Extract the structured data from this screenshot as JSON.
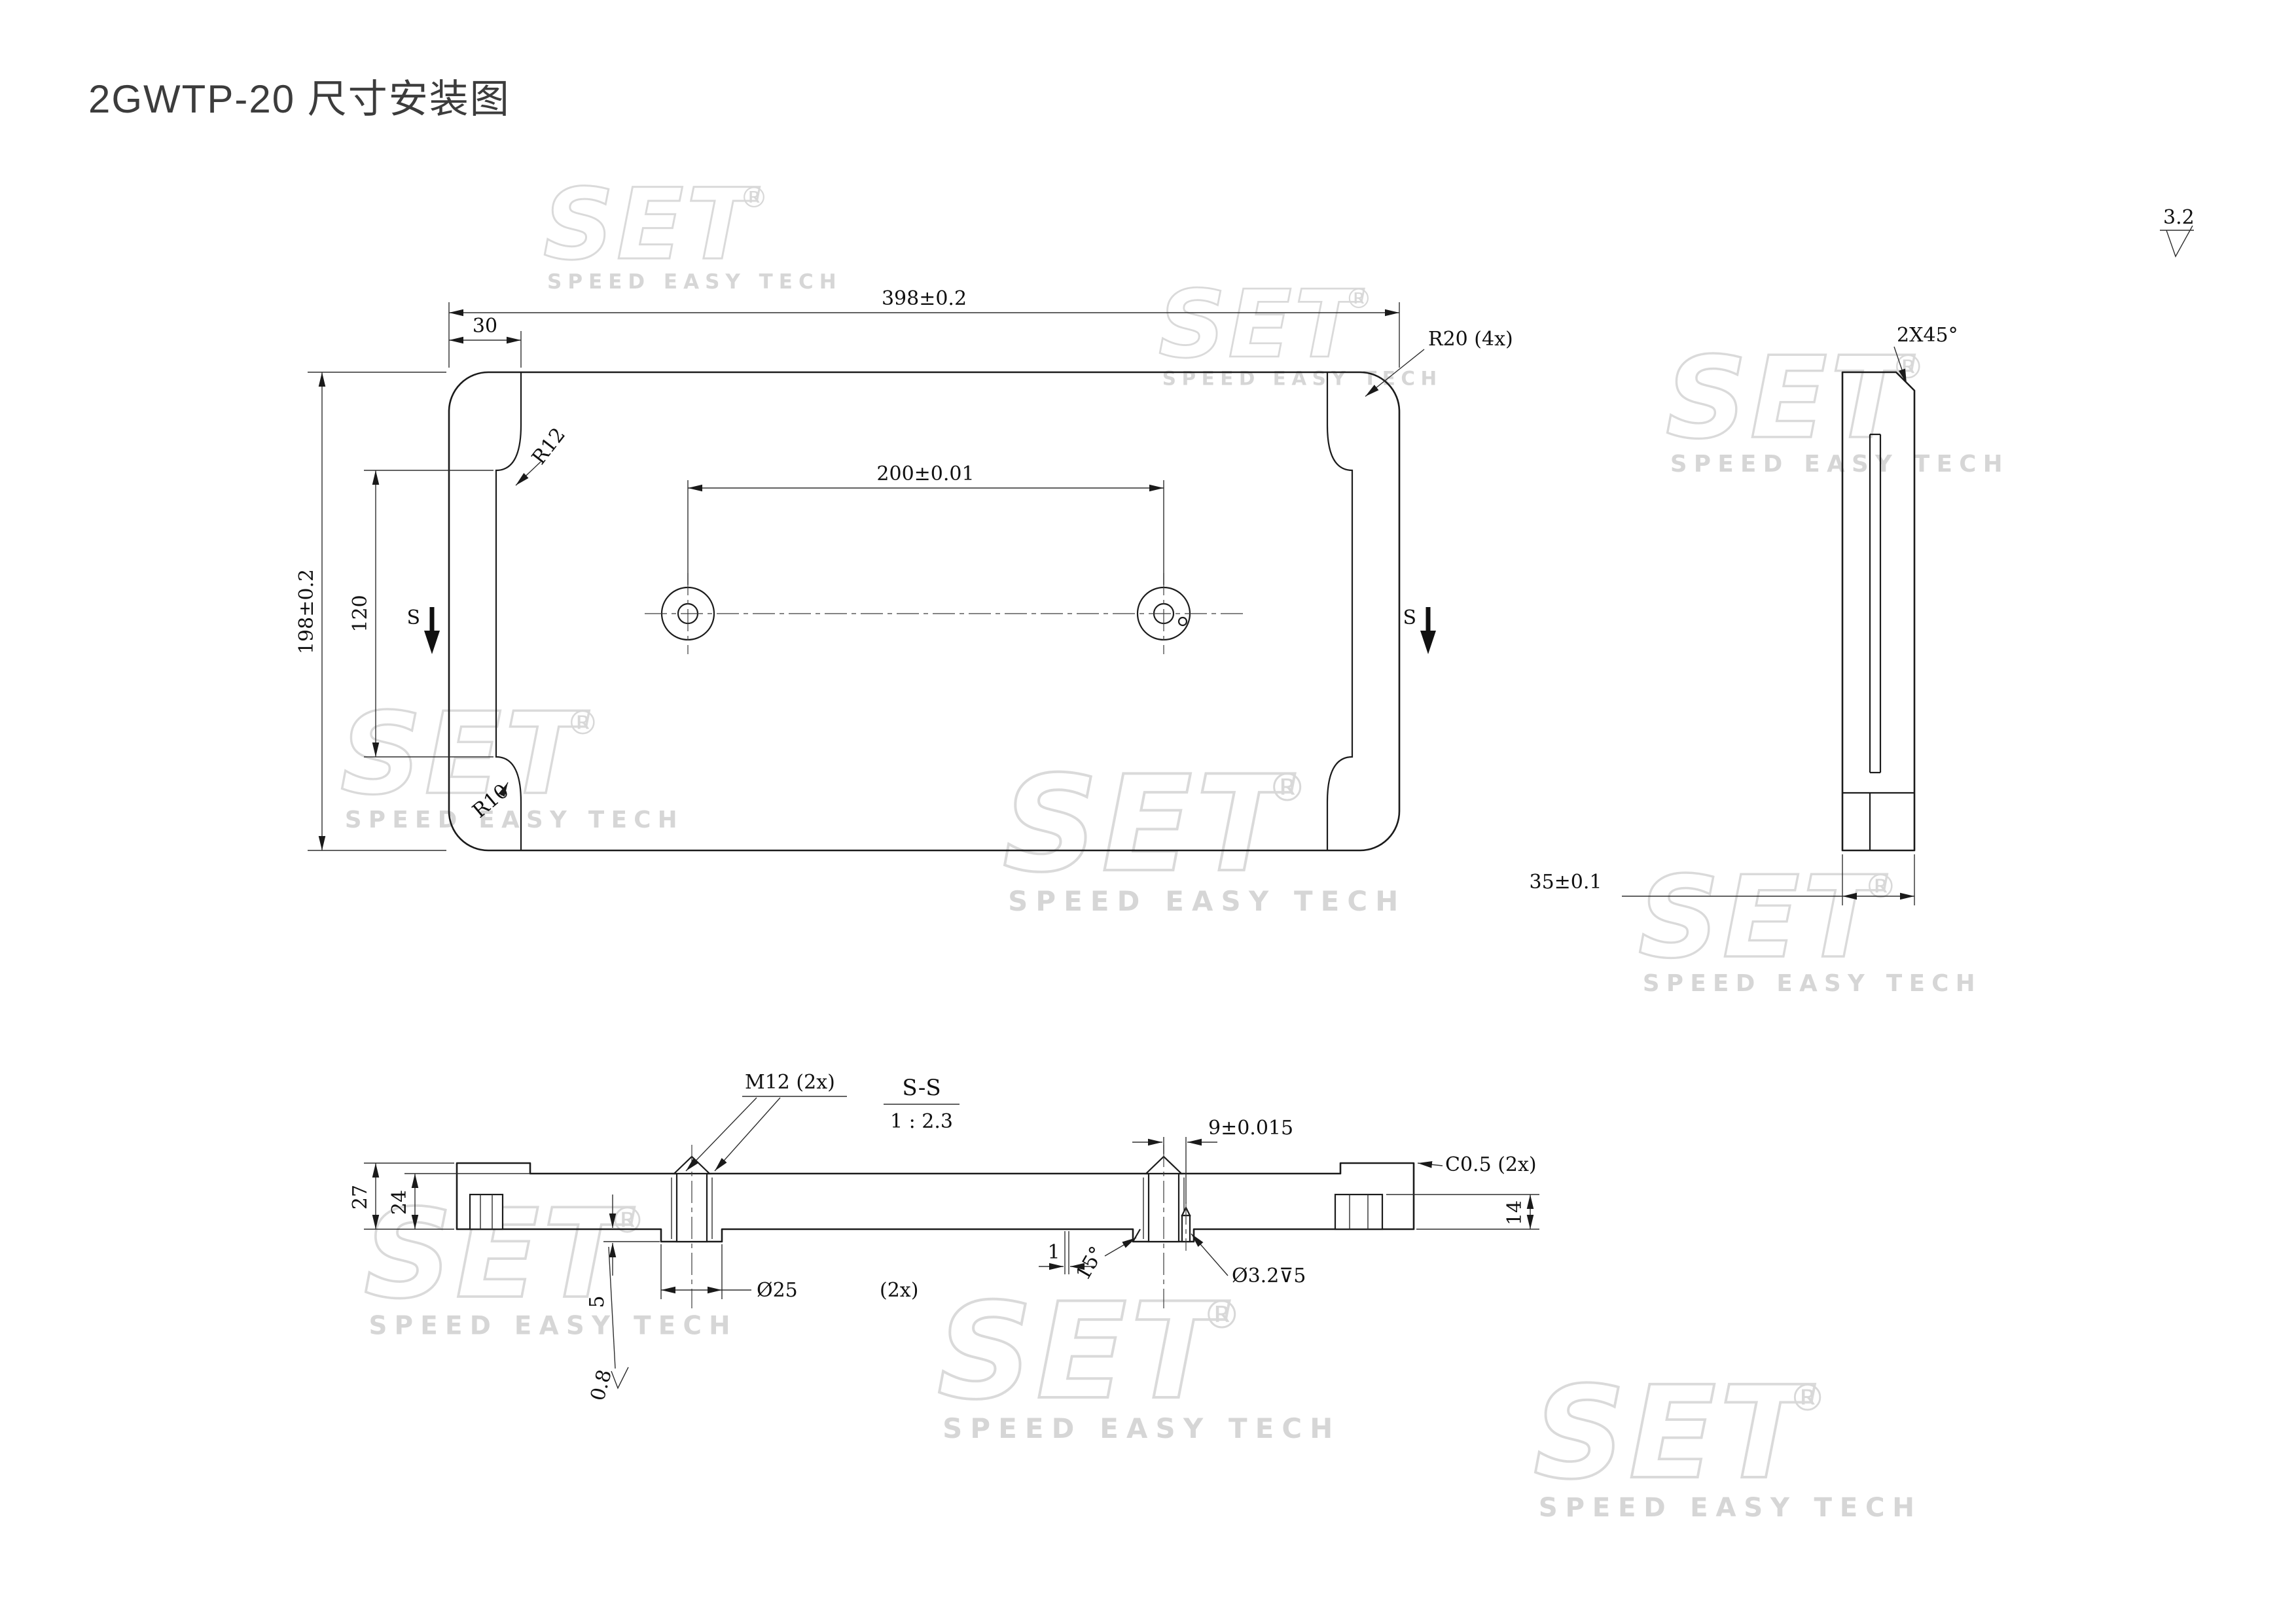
{
  "page": {
    "title": "2GWTP-20 尺寸安装图"
  },
  "surface_finish": {
    "value": "3.2"
  },
  "watermark": {
    "logo": "SET",
    "registered": "®",
    "tagline": "SPEED EASY TECH"
  },
  "front_view": {
    "dim_width": "398±0.2",
    "dim_edge_band": "30",
    "dim_corner_radius": "R20 (4x)",
    "dim_fillet_top": "R12",
    "dim_hole_spacing": "200±0.01",
    "dim_height": "198±0.2",
    "dim_recess_height": "120",
    "dim_fillet_bottom": "R10",
    "section_mark_left": "S",
    "section_mark_right": "S"
  },
  "side_view": {
    "dim_chamfer": "2X45°",
    "dim_thickness": "35±0.1"
  },
  "section_view": {
    "label_thread": "M12 (2x)",
    "title": "S-S",
    "scale": "1 : 2.3",
    "dim_pin_offset": "9±0.015",
    "dim_edge_chamfer": "C0.5 (2x)",
    "dim_total_thickness": "27",
    "dim_mid_thickness": "24",
    "dim_end_thickness": "14",
    "dim_boss_height": "5",
    "dim_lip": "1",
    "dim_chamfer_angle": "15°",
    "dim_counterbore": "Ø25",
    "dim_counterbore_qty": "(2x)",
    "dim_pin_hole": "Ø3.2⊽5",
    "roughness_value": "0.8"
  }
}
